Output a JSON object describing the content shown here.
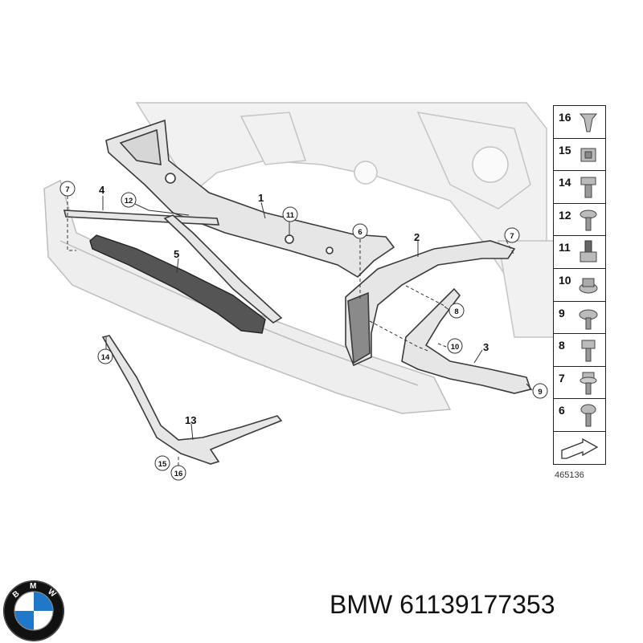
{
  "diagram": {
    "reference_code": "465136",
    "callouts": [
      "1",
      "2",
      "3",
      "4",
      "5",
      "6",
      "7",
      "7",
      "8",
      "9",
      "10",
      "11",
      "12",
      "13",
      "14",
      "15",
      "16"
    ],
    "legend_items": [
      "16",
      "15",
      "14",
      "12",
      "11",
      "10",
      "9",
      "8",
      "7",
      "6"
    ]
  },
  "footer": {
    "brand": "BMW",
    "part_number": "61139177353",
    "logo_letters": "BMW"
  },
  "colors": {
    "part_stroke": "#3a3a3a",
    "part_fill": "#e6e6e6",
    "ghost_stroke": "#c4c4c4",
    "ghost_fill": "#f1f1f1",
    "logo_blue": "#1f78c8",
    "logo_ring": "#111111"
  }
}
